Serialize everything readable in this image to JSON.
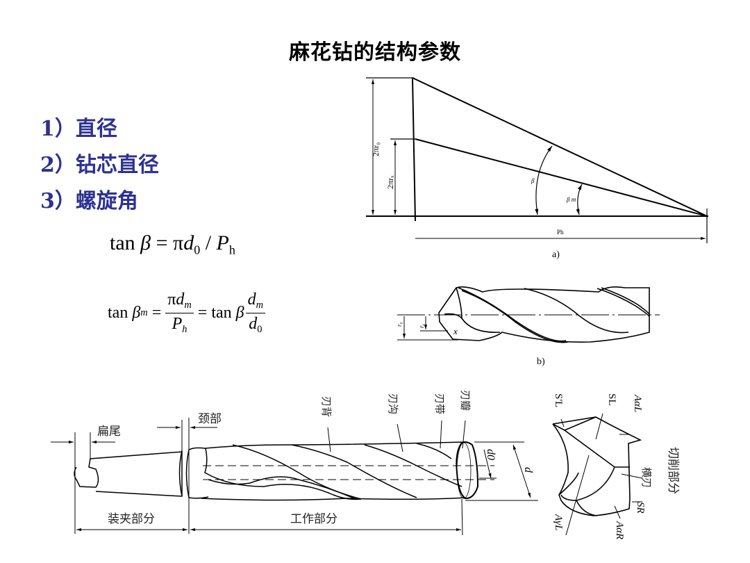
{
  "title": "麻花钻的结构参数",
  "list": [
    {
      "num": "1）",
      "label": "直径"
    },
    {
      "num": "2）",
      "label": "钻芯直径"
    },
    {
      "num": "3）",
      "label": "螺旋角"
    }
  ],
  "formula1": {
    "lhs": "tan",
    "beta": "β",
    "eq": "=",
    "pi": "π",
    "d": "d",
    "d_sub": "0",
    "slash": "/",
    "P": "P",
    "P_sub": "h"
  },
  "formula2": {
    "lhs": "tan",
    "beta": "β",
    "beta_sub": "m",
    "eq": "=",
    "num_pi": "π",
    "num_d": "d",
    "num_d_sub": "m",
    "den_P": "P",
    "den_P_sub": "h",
    "eq2": "=",
    "rhs": "tan",
    "rhs_beta": "β",
    "frac_num_d": "d",
    "frac_num_sub": "m",
    "frac_den_d": "d",
    "frac_den_sub": "0"
  },
  "figure_a": {
    "caption": "a)",
    "label_2pi_r0": "2πr₀",
    "label_2pi_rx": "2πrₓ",
    "label_beta": "β",
    "label_beta_m": "β m",
    "label_Ph": "Ph"
  },
  "figure_b": {
    "caption": "b)",
    "label_r0": "r₀",
    "label_rx": "rₓ",
    "label_x": "x"
  },
  "drill_diagram": {
    "labels": {
      "flat_tail": "扁尾",
      "neck": "颈部",
      "clamping_part": "装夹部分",
      "working_part": "工作部分",
      "blade_back": "刃背",
      "flute": "刃沟",
      "margin": "刃带",
      "lip": "刃瓣",
      "d0": "d0",
      "d": "d"
    }
  },
  "cutting_part": {
    "title": "切削部分",
    "labels": {
      "SL_prime": "S'L",
      "SL": "SL",
      "A_alpha_L": "AαL",
      "chisel_edge": "横刃",
      "SR": "SR",
      "A_alpha_R": "AαR",
      "A_gamma_L": "AγL"
    }
  }
}
